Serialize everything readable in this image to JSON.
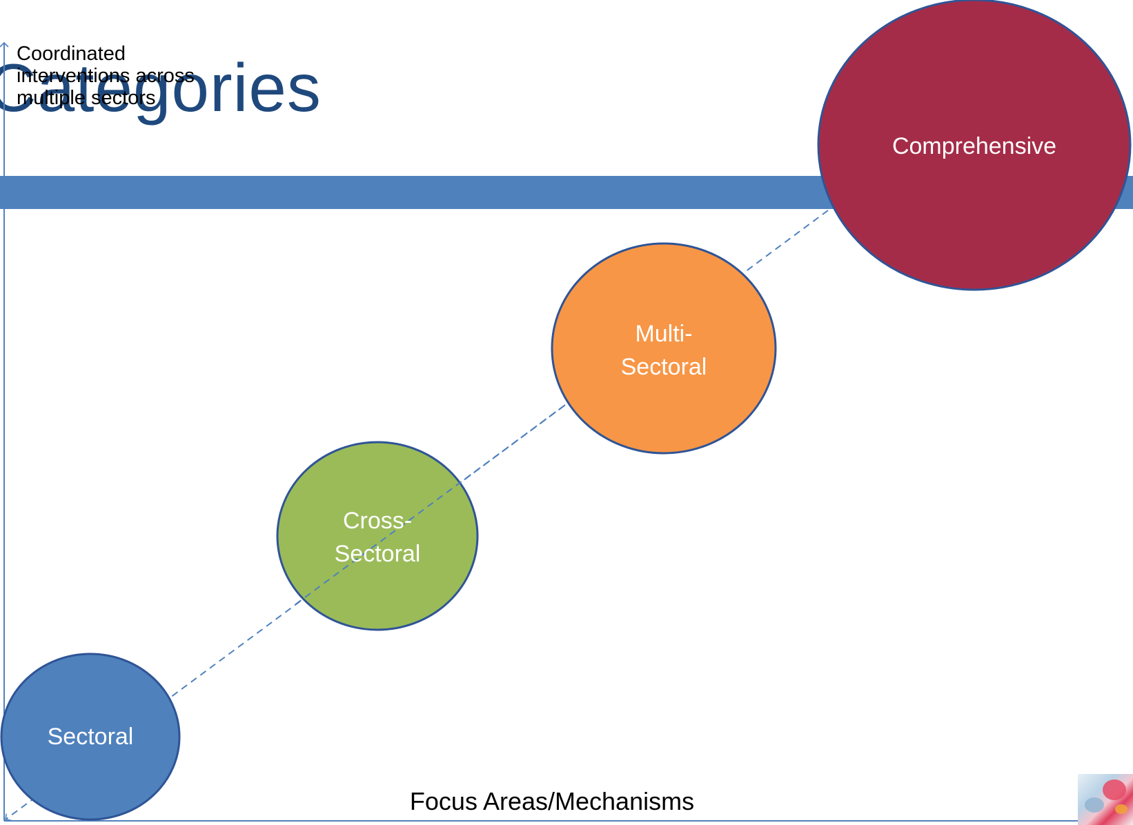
{
  "slide": {
    "title": "Categories",
    "y_axis_label": "Coordinated interventions across multiple sectors",
    "x_axis_label": "Focus Areas/Mechanisms"
  },
  "categories": [
    {
      "label": "Sectoral",
      "color": "#4f81bd"
    },
    {
      "label": "Cross-\nSectoral",
      "color": "#9bbb59"
    },
    {
      "label": "Multi-\nSectoral",
      "color": "#f79646"
    },
    {
      "label": "Comprehensive",
      "color": "#a52c48"
    }
  ],
  "colors": {
    "title_text": "#1f497d",
    "accent_bar": "#4f81bd",
    "axis_line": "#4f81bd",
    "node_outline": "#2f5496",
    "trend_line": "#4f81bd",
    "node_text": "#ffffff"
  },
  "decor": {
    "thumbnail": "watercolor-thumbnail-image"
  }
}
